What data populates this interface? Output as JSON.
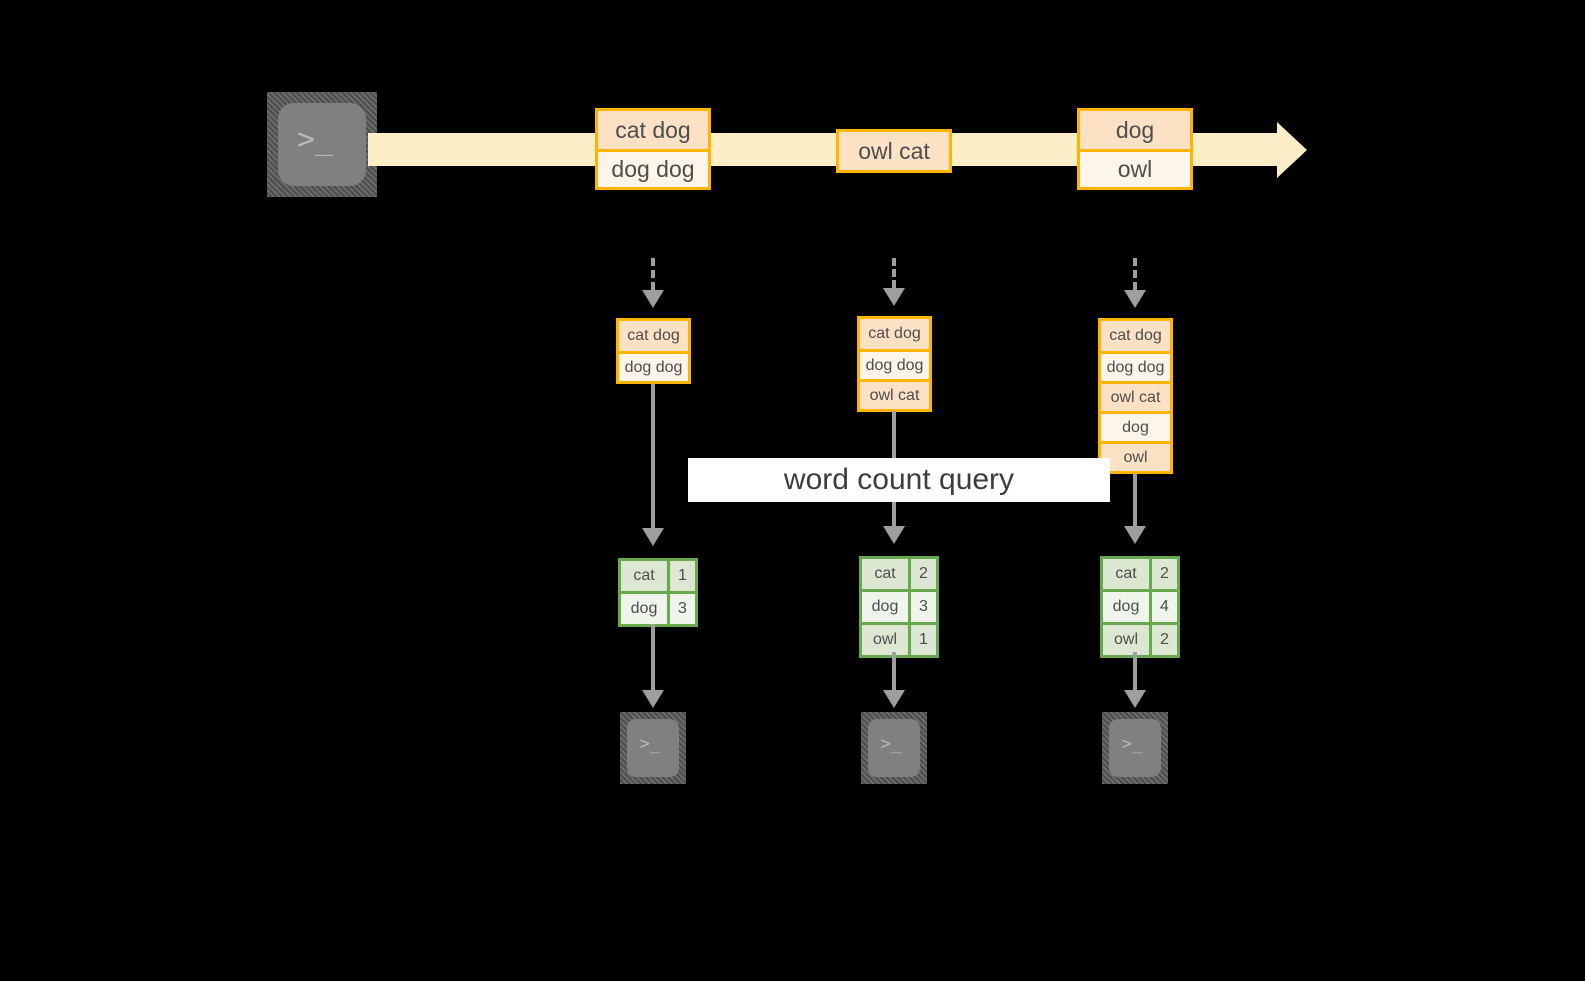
{
  "diagram": {
    "title": "word count query",
    "colors": {
      "background": "#000000",
      "record_border": "#ffb400",
      "record_fill_shade": "#fce1c5",
      "record_fill_light": "#fdf4ea",
      "stream_arrow": "#fdeec7",
      "result_border": "#6aa84f",
      "result_fill_shade": "#dce7d2",
      "result_fill_light": "#f0f5ec",
      "connector": "#9e9e9e",
      "terminal_body": "#808080",
      "banner_background": "#ffffff",
      "text": "#4d4d4d"
    }
  },
  "source_terminal": {
    "icon": "terminal-prompt-icon",
    "glyph": ">_"
  },
  "stream": {
    "icon": "right-arrow-icon",
    "records": [
      {
        "lines": [
          "cat dog",
          "dog dog"
        ]
      },
      {
        "lines": [
          "owl cat"
        ]
      },
      {
        "lines": [
          "dog",
          "owl"
        ]
      }
    ]
  },
  "columns": [
    {
      "ingest_icon": "dashed-down-arrow-icon",
      "buffer": {
        "lines": [
          "cat dog",
          "dog dog"
        ]
      },
      "flow_icon": "down-arrow-icon",
      "result": {
        "rows": [
          {
            "word": "cat",
            "count": "1"
          },
          {
            "word": "dog",
            "count": "3"
          }
        ]
      },
      "sink_terminal": {
        "icon": "terminal-prompt-icon",
        "glyph": ">_"
      }
    },
    {
      "ingest_icon": "dashed-down-arrow-icon",
      "buffer": {
        "lines": [
          "cat dog",
          "dog dog",
          "owl cat"
        ]
      },
      "flow_icon": "down-arrow-icon",
      "result": {
        "rows": [
          {
            "word": "cat",
            "count": "2"
          },
          {
            "word": "dog",
            "count": "3"
          },
          {
            "word": "owl",
            "count": "1"
          }
        ]
      },
      "sink_terminal": {
        "icon": "terminal-prompt-icon",
        "glyph": ">_"
      }
    },
    {
      "ingest_icon": "dashed-down-arrow-icon",
      "buffer": {
        "lines": [
          "cat dog",
          "dog dog",
          "owl cat",
          "dog",
          "owl"
        ]
      },
      "flow_icon": "down-arrow-icon",
      "result": {
        "rows": [
          {
            "word": "cat",
            "count": "2"
          },
          {
            "word": "dog",
            "count": "4"
          },
          {
            "word": "owl",
            "count": "2"
          }
        ]
      },
      "sink_terminal": {
        "icon": "terminal-prompt-icon",
        "glyph": ">_"
      }
    }
  ]
}
